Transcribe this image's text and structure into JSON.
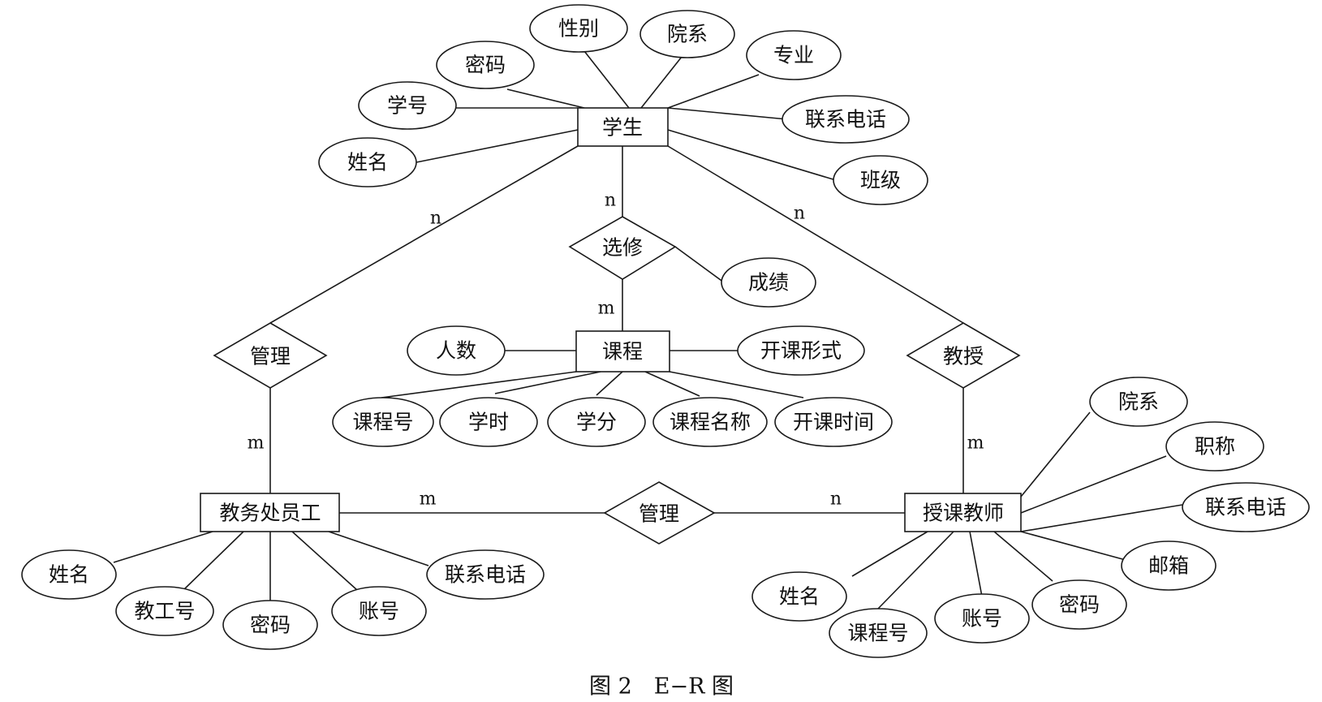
{
  "entities": [
    {
      "id": "student",
      "label": "学生"
    },
    {
      "id": "course",
      "label": "课程"
    },
    {
      "id": "staff",
      "label": "教务处员工"
    },
    {
      "id": "teacher",
      "label": "授课教师"
    }
  ],
  "relationships": [
    {
      "id": "select",
      "label": "选修"
    },
    {
      "id": "manage_left",
      "label": "管理"
    },
    {
      "id": "teach",
      "label": "教授"
    },
    {
      "id": "manage_bottom",
      "label": "管理"
    }
  ],
  "attributes": [
    {
      "id": "s_gender",
      "label": "性别",
      "of": "student"
    },
    {
      "id": "s_dept",
      "label": "院系",
      "of": "student"
    },
    {
      "id": "s_pwd",
      "label": "密码",
      "of": "student"
    },
    {
      "id": "s_major",
      "label": "专业",
      "of": "student"
    },
    {
      "id": "s_id",
      "label": "学号",
      "of": "student"
    },
    {
      "id": "s_phone",
      "label": "联系电话",
      "of": "student"
    },
    {
      "id": "s_name",
      "label": "姓名",
      "of": "student"
    },
    {
      "id": "s_class",
      "label": "班级",
      "of": "student"
    },
    {
      "id": "sel_grade",
      "label": "成绩",
      "of": "select"
    },
    {
      "id": "c_count",
      "label": "人数",
      "of": "course"
    },
    {
      "id": "c_form",
      "label": "开课形式",
      "of": "course"
    },
    {
      "id": "c_no",
      "label": "课程号",
      "of": "course"
    },
    {
      "id": "c_hours",
      "label": "学时",
      "of": "course"
    },
    {
      "id": "c_credit",
      "label": "学分",
      "of": "course"
    },
    {
      "id": "c_name",
      "label": "课程名称",
      "of": "course"
    },
    {
      "id": "c_time",
      "label": "开课时间",
      "of": "course"
    },
    {
      "id": "t_dept",
      "label": "院系",
      "of": "teacher"
    },
    {
      "id": "t_title",
      "label": "职称",
      "of": "teacher"
    },
    {
      "id": "t_phone",
      "label": "联系电话",
      "of": "teacher"
    },
    {
      "id": "t_mail",
      "label": "邮箱",
      "of": "teacher"
    },
    {
      "id": "t_name",
      "label": "姓名",
      "of": "teacher"
    },
    {
      "id": "t_course",
      "label": "课程号",
      "of": "teacher"
    },
    {
      "id": "t_acct",
      "label": "账号",
      "of": "teacher"
    },
    {
      "id": "t_pwd",
      "label": "密码",
      "of": "teacher"
    },
    {
      "id": "e_name",
      "label": "姓名",
      "of": "staff"
    },
    {
      "id": "e_id",
      "label": "教工号",
      "of": "staff"
    },
    {
      "id": "e_pwd",
      "label": "密码",
      "of": "staff"
    },
    {
      "id": "e_acct",
      "label": "账号",
      "of": "staff"
    },
    {
      "id": "e_phone",
      "label": "联系电话",
      "of": "staff"
    }
  ],
  "cardinalities": [
    {
      "id": "student_select",
      "label": "n"
    },
    {
      "id": "select_course",
      "label": "m"
    },
    {
      "id": "student_manage",
      "label": "n"
    },
    {
      "id": "manage_staff",
      "label": "m"
    },
    {
      "id": "student_teach",
      "label": "n"
    },
    {
      "id": "teach_teacher",
      "label": "m"
    },
    {
      "id": "staff_manage2",
      "label": "m"
    },
    {
      "id": "manage2_teacher",
      "label": "n"
    }
  ],
  "caption": "图 2　E−R 图"
}
